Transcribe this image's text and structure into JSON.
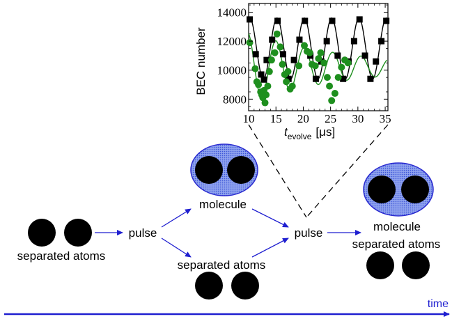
{
  "colors": {
    "arrow": "#1f1fd0",
    "oval_fill": "#6f86e6",
    "oval_stroke": "#2a2ad0",
    "atom": "#000000",
    "green": "#1e8f1e",
    "black": "#000000"
  },
  "labels": {
    "separated_atoms_start": "separated atoms",
    "pulse_1": "pulse",
    "molecule_upper": "molecule",
    "separated_atoms_lower": "separated atoms",
    "pulse_2": "pulse",
    "molecule_result": "molecule",
    "separated_atoms_result": "separated atoms",
    "time": "time"
  },
  "chart_data": {
    "type": "scatter",
    "ylabel": "BEC number",
    "xlabel_main": "t",
    "xlabel_sub": "evolve",
    "xlabel_unit": "[μs]",
    "xlim": [
      10,
      35.5
    ],
    "ylim": [
      7200,
      14600
    ],
    "xticks": [
      10,
      15,
      20,
      25,
      30,
      35
    ],
    "yticks": [
      8000,
      10000,
      12000,
      14000
    ],
    "series": [
      {
        "color": "black",
        "marker": "square",
        "points": [
          [
            10.2,
            13500
          ],
          [
            11.3,
            11100
          ],
          [
            12.3,
            9700
          ],
          [
            12.8,
            9350
          ],
          [
            13.3,
            10700
          ],
          [
            14.3,
            12100
          ],
          [
            15.3,
            13400
          ],
          [
            16.3,
            11100
          ],
          [
            17.3,
            9400
          ],
          [
            18.3,
            10700
          ],
          [
            19.3,
            12100
          ],
          [
            20.3,
            13400
          ],
          [
            21.3,
            11000
          ],
          [
            22.3,
            9400
          ],
          [
            23.3,
            10600
          ],
          [
            24.3,
            12000
          ],
          [
            25.3,
            13400
          ],
          [
            26.3,
            11000
          ],
          [
            27.3,
            9400
          ],
          [
            28.3,
            10600
          ],
          [
            29.3,
            12000
          ],
          [
            30.3,
            13500
          ],
          [
            31.3,
            11000
          ],
          [
            32.3,
            9400
          ],
          [
            33.3,
            10600
          ],
          [
            34.3,
            12000
          ],
          [
            35.2,
            13400
          ]
        ],
        "fit": {
          "offset": 11500,
          "amp": 2100,
          "period": 5.0,
          "phase": 10.2,
          "decay": 0
        }
      },
      {
        "color": "green",
        "marker": "circle",
        "points": [
          [
            10.2,
            11900
          ],
          [
            11.2,
            10100
          ],
          [
            11.5,
            9200
          ],
          [
            11.8,
            9000
          ],
          [
            12.2,
            8500
          ],
          [
            12.4,
            8300
          ],
          [
            12.6,
            8100
          ],
          [
            12.8,
            8600
          ],
          [
            13.0,
            7750
          ],
          [
            13.2,
            8300
          ],
          [
            13.5,
            8900
          ],
          [
            13.8,
            9900
          ],
          [
            14.2,
            10700
          ],
          [
            14.8,
            11200
          ],
          [
            15.2,
            12500
          ],
          [
            15.8,
            11600
          ],
          [
            16.2,
            10400
          ],
          [
            16.6,
            9700
          ],
          [
            16.9,
            9200
          ],
          [
            17.2,
            9900
          ],
          [
            17.6,
            8700
          ],
          [
            18.0,
            8900
          ],
          [
            19.2,
            10300
          ],
          [
            20.2,
            11700
          ],
          [
            20.7,
            11300
          ],
          [
            21.2,
            11200
          ],
          [
            21.6,
            10400
          ],
          [
            22.2,
            10300
          ],
          [
            22.8,
            10800
          ],
          [
            23.2,
            11200
          ],
          [
            23.8,
            10500
          ],
          [
            24.4,
            9500
          ],
          [
            24.8,
            8900
          ],
          [
            25.2,
            7900
          ],
          [
            25.8,
            8400
          ],
          [
            26.4,
            9500
          ],
          [
            27.0,
            10200
          ],
          [
            27.6,
            10700
          ],
          [
            28.2,
            10500
          ]
        ],
        "fit": {
          "offset": 10200,
          "amp": 2400,
          "period": 5.2,
          "phase": 15.0,
          "decay": 0.055
        }
      }
    ]
  }
}
